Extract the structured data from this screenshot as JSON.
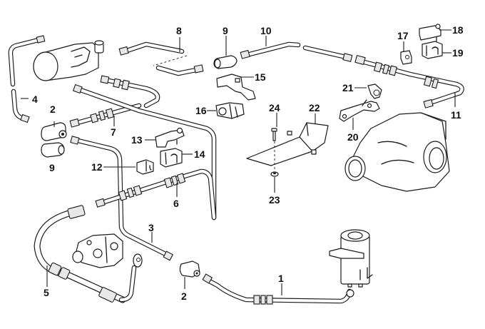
{
  "diagram": {
    "type": "exploded parts diagram",
    "subject": "Power steering hydraulic lines and components",
    "components": [
      {
        "id": "master-cylinder-unit",
        "label": null
      },
      {
        "id": "power-steering-pump",
        "label": null
      },
      {
        "id": "rear-differential",
        "label": null
      },
      {
        "id": "fluid-reservoir",
        "label": null
      }
    ],
    "callouts": [
      {
        "number": "1",
        "part": "return-line-to-reservoir"
      },
      {
        "number": "2",
        "part": "pipe-connector-upper"
      },
      {
        "number": "2",
        "part": "pipe-connector-lower"
      },
      {
        "number": "3",
        "part": "pipe-line-lower"
      },
      {
        "number": "4",
        "part": "pipe-line-left"
      },
      {
        "number": "5",
        "part": "pressure-hose"
      },
      {
        "number": "6",
        "part": "hose-line-middle"
      },
      {
        "number": "7",
        "part": "hose-line-upper"
      },
      {
        "number": "8",
        "part": "pipe-line-short"
      },
      {
        "number": "9",
        "part": "sleeve-upper"
      },
      {
        "number": "9",
        "part": "sleeve-lower"
      },
      {
        "number": "10",
        "part": "pipe-line-long"
      },
      {
        "number": "11",
        "part": "hose-line-right"
      },
      {
        "number": "12",
        "part": "clip-small"
      },
      {
        "number": "13",
        "part": "bracket-upper"
      },
      {
        "number": "14",
        "part": "holder"
      },
      {
        "number": "15",
        "part": "bracket"
      },
      {
        "number": "16",
        "part": "holder"
      },
      {
        "number": "17",
        "part": "clip"
      },
      {
        "number": "18",
        "part": "bracket"
      },
      {
        "number": "19",
        "part": "holder"
      },
      {
        "number": "20",
        "part": "bracket-differential"
      },
      {
        "number": "21",
        "part": "clamp"
      },
      {
        "number": "22",
        "part": "support-plate"
      },
      {
        "number": "23",
        "part": "nut"
      },
      {
        "number": "24",
        "part": "screw"
      }
    ]
  },
  "colors": {
    "line": "#1a1a1a",
    "background": "#ffffff"
  }
}
